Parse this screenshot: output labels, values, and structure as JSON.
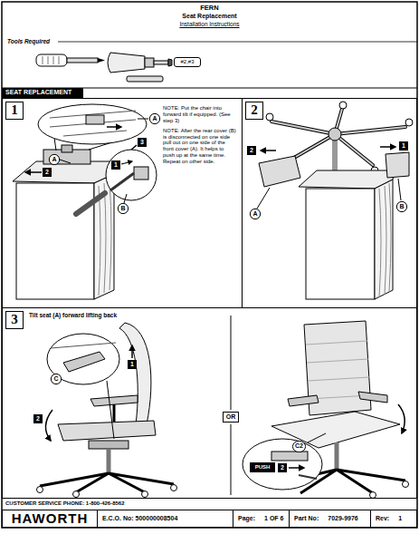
{
  "diagram": {
    "title": "FERN",
    "nodes": [
      {
        "text": [
          "#2,#3"
        ]
      },
      {
        "text": [
          "SEAT REPLACEMENT"
        ]
      },
      {
        "text": [
          "NOTE: Put the chair into forward tilt if equipped. (See step 3)",
          "NOTE: After the rear cover (B) is disconnected on one side pull out on one side of the front cover (A). It helps to push up at the same time. Repeat on other side."
        ]
      },
      {
        "text": [
          "1"
        ],
        "in": 2
      },
      {
        "text": [
          "A"
        ],
        "in": 2
      },
      {
        "text": [
          "3"
        ],
        "in": 2
      },
      {
        "text": [
          "A"
        ],
        "in": 2
      },
      {
        "text": [
          "1"
        ],
        "in": 2
      },
      {
        "text": [
          "2"
        ],
        "in": 2
      },
      {
        "text": [
          "B"
        ],
        "in": 2
      },
      {
        "text": []
      },
      {
        "text": [
          "2"
        ],
        "in": 10
      },
      {
        "text": [
          "2"
        ],
        "in": 10
      },
      {
        "text": [
          "1"
        ],
        "in": 10
      },
      {
        "text": [
          "A"
        ],
        "in": 10
      },
      {
        "text": [
          "B"
        ],
        "in": 10
      },
      {
        "text": [
          "Tilt seat (A) forward lifting back"
        ]
      },
      {
        "text": [
          "3"
        ],
        "in": 16
      },
      {
        "text": [
          "1"
        ],
        "in": 16
      },
      {
        "text": [
          "C"
        ],
        "in": 16
      },
      {
        "text": [
          "2"
        ],
        "in": 16
      },
      {
        "text": [
          "OR"
        ],
        "in": 16
      },
      {
        "text": [
          "C2"
        ],
        "in": 16
      },
      {
        "text": [
          "PUSH"
        ],
        "in": 16
      },
      {
        "text": [
          "2"
        ],
        "in": 16
      },
      {
        "text": [
          "HAWORTH"
        ]
      },
      {
        "text": [
          "E.C.O. No: 500000008504"
        ]
      },
      {
        "text": [
          "Page:",
          "1 OF 6"
        ]
      },
      {
        "text": [
          "Part No:",
          "7029-9976"
        ]
      },
      {
        "text": [
          "Rev:",
          "1"
        ]
      }
    ],
    "labels": [
      "Seat Replacement",
      "Installation Instructions",
      "Tools Required",
      "CUSTOMER SERVICE PHONE: 1-800-426-8562"
    ]
  }
}
